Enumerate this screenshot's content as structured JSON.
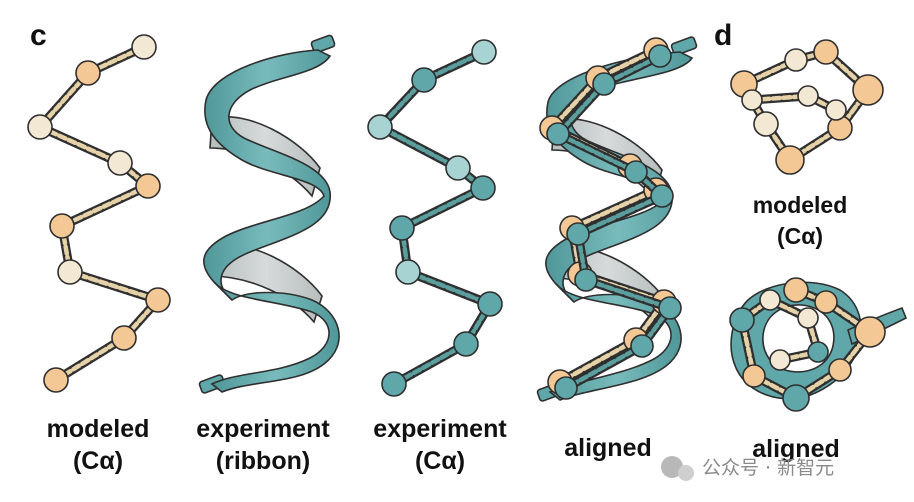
{
  "panels": {
    "c": "c",
    "d": "d"
  },
  "labels": {
    "modeled": [
      "modeled",
      "(Cα)"
    ],
    "experiment_ribbon": [
      "experiment",
      "(ribbon)"
    ],
    "experiment_ca": [
      "experiment",
      "(Cα)"
    ],
    "aligned": "aligned",
    "d_modeled": [
      "modeled",
      "(Cα)"
    ],
    "d_aligned": "aligned"
  },
  "watermark": "公众号 · 新智元",
  "colors": {
    "modeled_atom": "#f3c895",
    "modeled_atom_light": "#f3e8d4",
    "experiment_teal": "#5fa7a9",
    "experiment_light": "#a7d3d3",
    "ribbon_back": "#c3c8c8",
    "bond_modeled": "#e6d2a8",
    "bond_experiment": "#5b9e9e",
    "outline": "#2f2f2f"
  }
}
